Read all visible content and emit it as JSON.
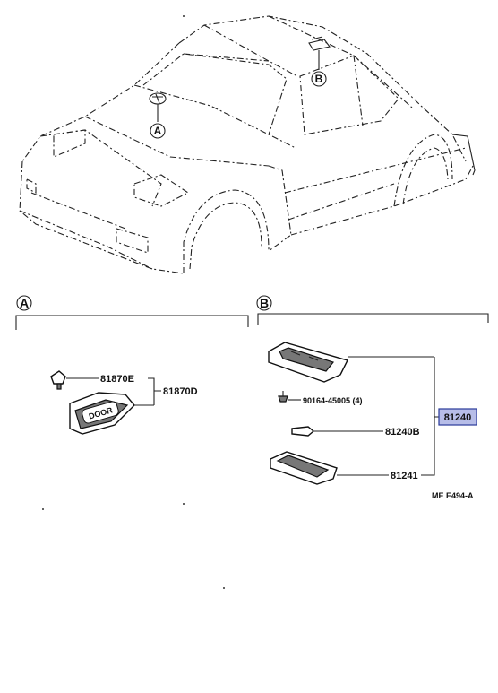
{
  "callouts": {
    "a": "A",
    "b": "B"
  },
  "sections": {
    "a": "A",
    "b": "B"
  },
  "parts": {
    "p81870E": "81870E",
    "p81870D": "81870D",
    "screw": "90164-45005 (4)",
    "p81240B": "81240B",
    "p81241": "81241",
    "p81240": "81240"
  },
  "lens_text": "DOOR",
  "diagram_code": "ME  E494-A",
  "colors": {
    "highlight_fill": "#b7bde8",
    "highlight_border": "#2a3a9a",
    "ink": "#111111"
  }
}
